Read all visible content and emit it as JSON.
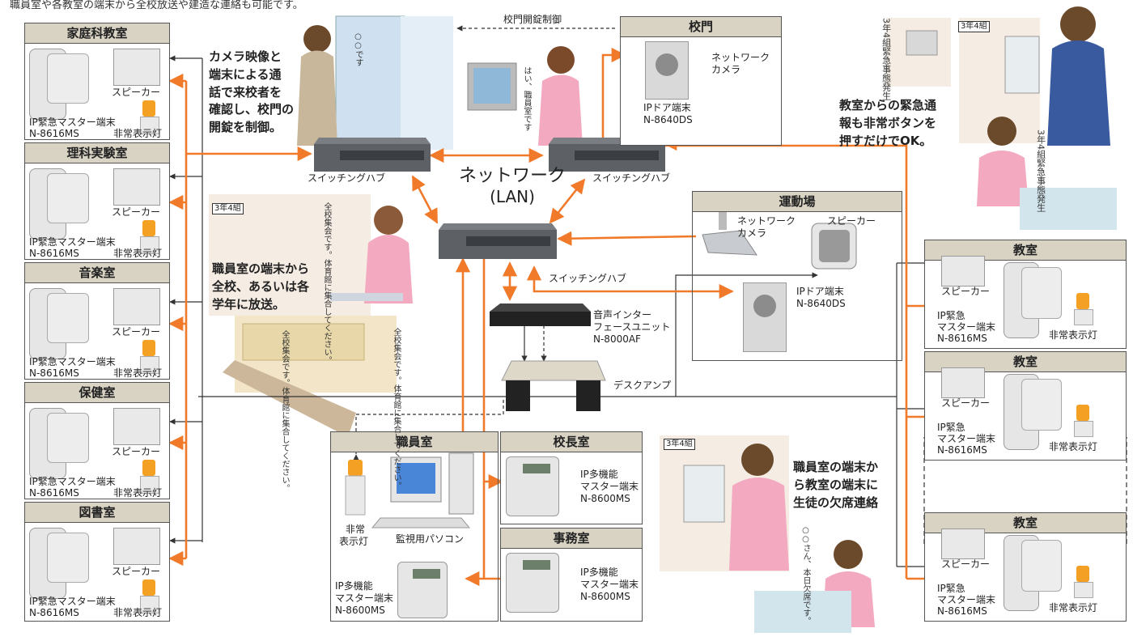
{
  "top_note": "職員室や各教室の端末から全校放送や建造な連絡も可能です。",
  "network": {
    "label": "ネットワーク",
    "sub": "(LAN)"
  },
  "hubs": {
    "left": "スイッチングハブ",
    "right": "スイッチングハブ",
    "center": "スイッチングハブ"
  },
  "gate_control": "校門開錠制御",
  "left_rooms": [
    {
      "title": "家庭科教室",
      "speaker": "スピーカー",
      "terminal": "IP緊急マスター端末",
      "model": "N-8616MS",
      "lamp": "非常表示灯"
    },
    {
      "title": "理科実験室",
      "speaker": "スピーカー",
      "terminal": "IP緊急マスター端末",
      "model": "N-8616MS",
      "lamp": "非常表示灯"
    },
    {
      "title": "音楽室",
      "speaker": "スピーカー",
      "terminal": "IP緊急マスター端末",
      "model": "N-8616MS",
      "lamp": "非常表示灯"
    },
    {
      "title": "保健室",
      "speaker": "スピーカー",
      "terminal": "IP緊急マスター端末",
      "model": "N-8616MS",
      "lamp": "非常表示灯"
    },
    {
      "title": "図書室",
      "speaker": "スピーカー",
      "terminal": "IP緊急マスター端末",
      "model": "N-8616MS",
      "lamp": "非常表示灯"
    }
  ],
  "right_rooms": [
    {
      "title": "教室",
      "speaker": "スピーカー",
      "terminal1": "IP緊急",
      "terminal2": "マスター端末",
      "model": "N-8616MS",
      "lamp": "非常表示灯"
    },
    {
      "title": "教室",
      "speaker": "スピーカー",
      "terminal1": "IP緊急",
      "terminal2": "マスター端末",
      "model": "N-8616MS",
      "lamp": "非常表示灯"
    },
    {
      "title": "教室",
      "speaker": "スピーカー",
      "terminal1": "IP緊急",
      "terminal2": "マスター端末",
      "model": "N-8616MS",
      "lamp": "非常表示灯"
    }
  ],
  "gate": {
    "title": "校門",
    "door_terminal": "IPドア端末",
    "door_model": "N-8640DS",
    "camera1": "ネットワーク",
    "camera2": "カメラ"
  },
  "field": {
    "title": "運動場",
    "camera1": "ネットワーク",
    "camera2": "カメラ",
    "speaker": "スピーカー",
    "door_terminal": "IPドア端末",
    "door_model": "N-8640DS"
  },
  "staff": {
    "title": "職員室",
    "lamp1": "非常",
    "lamp2": "表示灯",
    "pc": "監視用パソコン",
    "terminal1": "IP多機能",
    "terminal2": "マスター端末",
    "model": "N-8600MS"
  },
  "principal": {
    "title": "校長室",
    "terminal1": "IP多機能",
    "terminal2": "マスター端末",
    "model": "N-8600MS"
  },
  "office": {
    "title": "事務室",
    "terminal1": "IP多機能",
    "terminal2": "マスター端末",
    "model": "N-8600MS"
  },
  "audio_unit": {
    "line1": "音声インター",
    "line2": "フェースユニット",
    "model": "N-8000AF"
  },
  "desk_amp": "デスクアンプ",
  "captions": {
    "gate": [
      "カメラ映像と",
      "端末による通",
      "話で来校者を",
      "確認し、校門の",
      "開錠を制御。"
    ],
    "broadcast": [
      "職員室の端末から",
      "全校、あるいは各",
      "学年に放送。"
    ],
    "emergency": [
      "教室からの緊急通",
      "報も非常ボタンを",
      "押すだけでOK。"
    ],
    "absence": [
      "職員室の端末か",
      "ら教室の端末に",
      "生徒の欠席連絡"
    ]
  },
  "bubbles": {
    "visitor": "○○です",
    "staff_reply": "はい、職員室です",
    "announce": "全校集会です。体育館に集合してください。",
    "class_tag": "3年4組",
    "emergency_a": "3年4組緊急事態発生",
    "emergency_b": "3年4組緊急事態発生",
    "absent": "○○さん、本日欠席です。"
  },
  "colors": {
    "orange": "#f07a2a",
    "dark": "#333333",
    "header": "#d9d3c4"
  }
}
